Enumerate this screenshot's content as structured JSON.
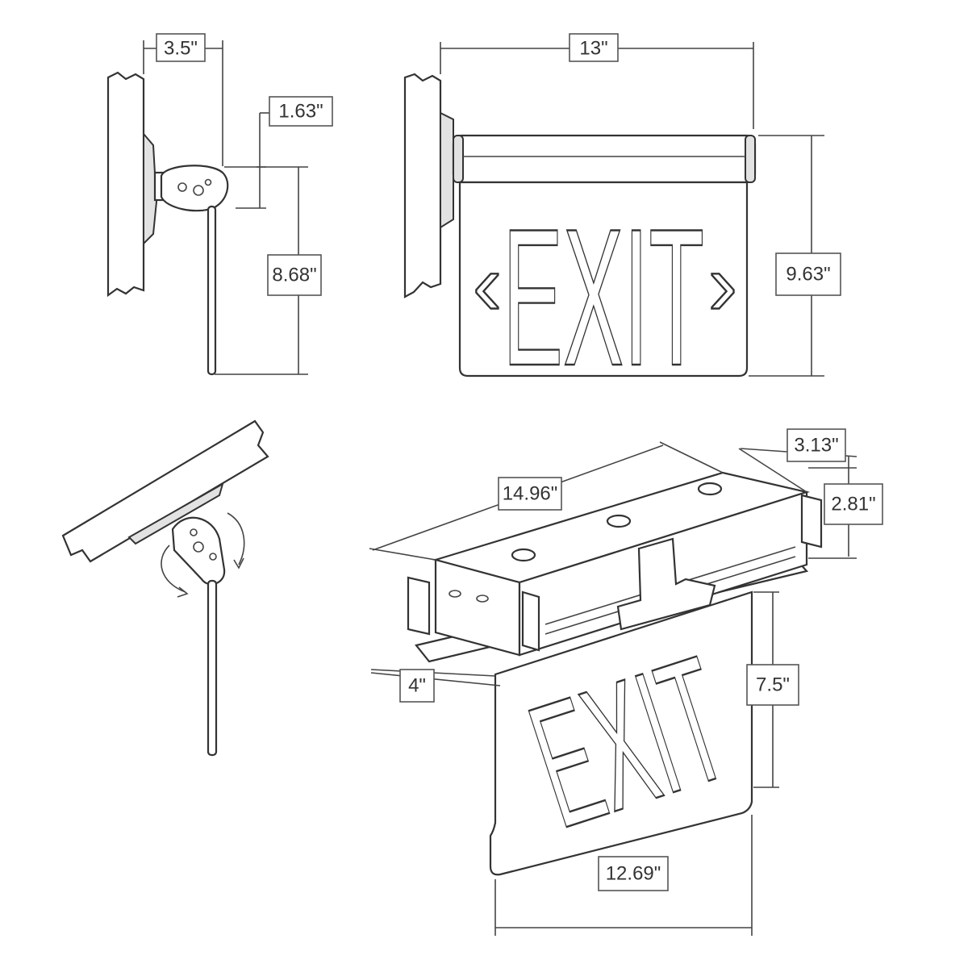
{
  "dimensions": {
    "side_depth": "3.5\"",
    "side_canopy": "1.63\"",
    "side_height": "8.68\"",
    "front_width": "13\"",
    "front_height": "9.63\"",
    "recessed_length": "14.96\"",
    "recessed_depth": "3.13\"",
    "recessed_box_height": "2.81\"",
    "recessed_panel_offset": "4\"",
    "recessed_panel_height": "7.5\"",
    "recessed_panel_width": "12.69\""
  },
  "front_view": {
    "sign_text": "EXIT",
    "left_chevron": "‹",
    "right_chevron": "›"
  },
  "recessed_view": {
    "sign_text": "EXIT"
  },
  "colors": {
    "line": "#333333",
    "background": "#ffffff",
    "wall_hatch": "#555555"
  }
}
